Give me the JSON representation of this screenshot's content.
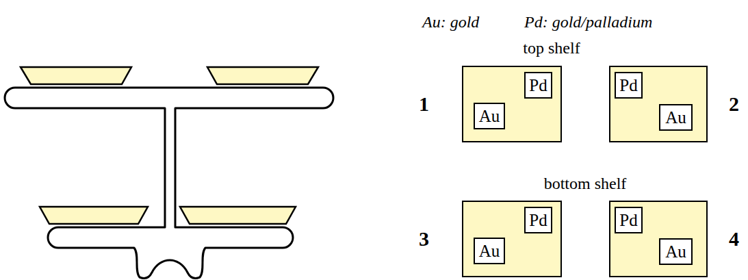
{
  "diagram": {
    "nodes": [
      {
        "text": [
          "1"
        ]
      },
      {
        "text": [
          "Pd"
        ],
        "in": 0
      },
      {
        "text": [
          "Au"
        ],
        "in": 0
      },
      {
        "text": [
          "2"
        ]
      },
      {
        "text": [
          "Pd"
        ],
        "in": 3
      },
      {
        "text": [
          "Au"
        ],
        "in": 3
      },
      {
        "text": [
          "3"
        ]
      },
      {
        "text": [
          "Pd"
        ],
        "in": 6
      },
      {
        "text": [
          "Au"
        ],
        "in": 6
      },
      {
        "text": [
          "4"
        ]
      },
      {
        "text": [
          "Pd"
        ],
        "in": 9
      },
      {
        "text": [
          "Au"
        ],
        "in": 9
      }
    ],
    "labels": [
      "Au: gold",
      "Pd: gold/palladium",
      "top shelf",
      "bottom shelf"
    ]
  }
}
